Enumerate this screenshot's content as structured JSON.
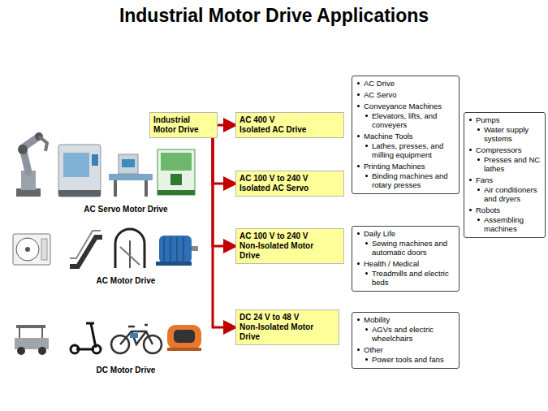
{
  "diagram": {
    "title": "Industrial Motor Drive Applications",
    "nodes": [
      {
        "text": [
          "Industrial Motor Drive"
        ]
      },
      {
        "text": [
          "AC 400 V",
          "Isolated AC Drive"
        ]
      },
      {
        "text": [
          "AC 100 V to 240 V",
          "Isolated AC Servo"
        ]
      },
      {
        "text": [
          "AC 100 V to 240 V",
          "Non-Isolated Motor Drive"
        ]
      },
      {
        "text": [
          "DC 24 V to 48 V",
          "Non-Isolated Motor Drive"
        ]
      },
      {
        "text": [
          "AC Drive",
          "AC Servo",
          "Conveyance Machines",
          "Elevators, lifts, and conveyers",
          "Machine Tools",
          "Lathes, presses, and milling equipment",
          "Printing Machines",
          "Binding machines and rotary presses"
        ]
      },
      {
        "text": [
          "Pumps",
          "Water supply systems",
          "Compressors",
          "Presses and NC lathes",
          "Fans",
          "Air conditioners and dryers",
          "Robots",
          "Assembling machines"
        ]
      },
      {
        "text": [
          "Daily Life",
          "Sewing machines and automatic doors",
          "Health / Medical",
          "Treadmills and electric beds"
        ]
      },
      {
        "text": [
          "Mobility",
          "AGVs and electric wheelchairs",
          "Other",
          "Power tools and fans"
        ]
      }
    ],
    "edges": [
      {
        "from": 0,
        "to": 1,
        "arrow": "to"
      },
      {
        "from": 0,
        "to": 2,
        "arrow": "to"
      },
      {
        "from": 0,
        "to": 3,
        "arrow": "to"
      },
      {
        "from": 0,
        "to": 4,
        "arrow": "to"
      }
    ],
    "labels": [
      "AC Servo Motor Drive",
      "AC Motor Drive",
      "DC Motor Drive"
    ]
  }
}
